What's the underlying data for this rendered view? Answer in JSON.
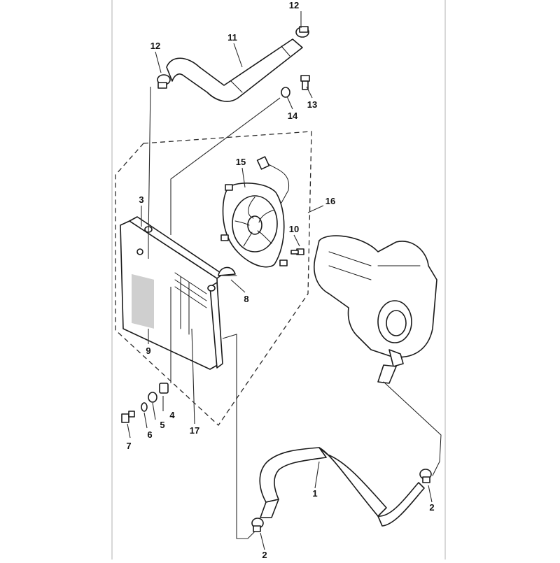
{
  "callouts": {
    "c1": "1",
    "c2a": "2",
    "c2b": "2",
    "c3": "3",
    "c4": "4",
    "c5": "5",
    "c6": "6",
    "c7": "7",
    "c8": "8",
    "c9": "9",
    "c10": "10",
    "c11": "11",
    "c12a": "12",
    "c12b": "12",
    "c13": "13",
    "c14": "14",
    "c15": "15",
    "c16": "16",
    "c17": "17"
  }
}
